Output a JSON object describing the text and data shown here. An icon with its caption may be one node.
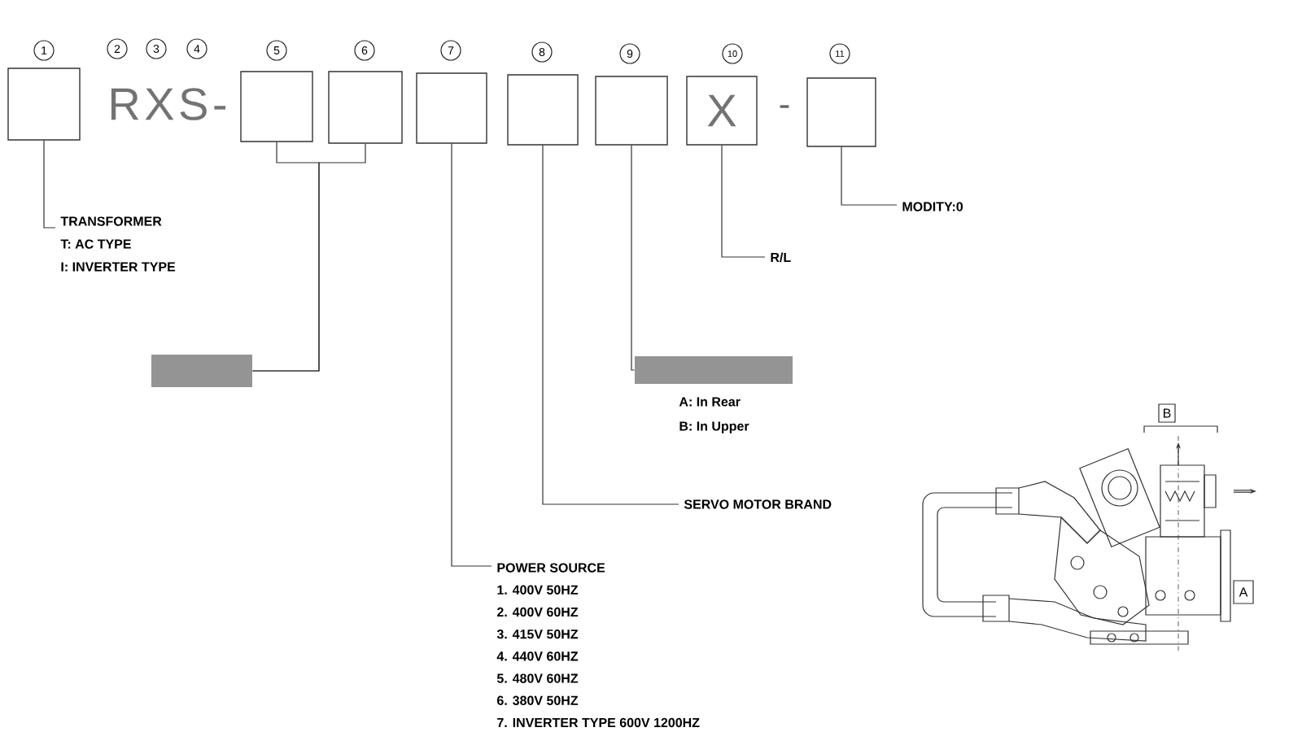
{
  "diagram": {
    "nodes": [
      {
        "text": [],
        "shape": "box",
        "beside": [
          "1"
        ]
      },
      {
        "text": [],
        "shape": "box",
        "beside": [
          "5"
        ]
      },
      {
        "text": [],
        "shape": "box",
        "beside": [
          "6"
        ]
      },
      {
        "text": [],
        "shape": "box",
        "beside": [
          "7"
        ]
      },
      {
        "text": [],
        "shape": "box",
        "beside": [
          "8"
        ]
      },
      {
        "text": [],
        "shape": "box",
        "beside": [
          "9"
        ]
      },
      {
        "text": [
          "X"
        ],
        "beside": [
          "10"
        ]
      },
      {
        "text": [],
        "shape": "box",
        "beside": [
          "11"
        ]
      },
      {
        "text": [
          "TRANSFORMER",
          "T: AC TYPE",
          "I: INVERTER TYPE"
        ]
      },
      {
        "text": [
          "MODITY:0"
        ]
      },
      {
        "text": [
          "R/L"
        ]
      },
      {
        "text": [],
        "shape": "box"
      },
      {
        "text": [],
        "shape": "box",
        "beside": [
          "A: In Rear",
          "B: In Upper"
        ]
      },
      {
        "text": [
          "B"
        ]
      },
      {
        "text": [
          "SERVO MOTOR BRAND"
        ]
      },
      {
        "text": [
          "POWER SOURCE",
          "1. 400V 50HZ",
          "2. 400V 60HZ",
          "3. 415V 50HZ",
          "4. 440V 60HZ",
          "5. 480V 60HZ",
          "6. 380V 50HZ",
          "7. INVERTER TYPE 600V 1200HZ"
        ]
      },
      {
        "text": [
          "A"
        ]
      }
    ],
    "edges": [
      {
        "from": 0,
        "to": 8,
        "arrow": "none"
      },
      {
        "from": 1,
        "to": 11,
        "arrow": "none"
      },
      {
        "from": 2,
        "to": 11,
        "arrow": "none"
      },
      {
        "from": 3,
        "to": 15,
        "arrow": "none"
      },
      {
        "from": 4,
        "to": 14,
        "arrow": "none"
      },
      {
        "from": 5,
        "to": 12,
        "arrow": "none"
      },
      {
        "from": 6,
        "to": 10,
        "arrow": "none"
      },
      {
        "from": 7,
        "to": 9,
        "arrow": "none"
      }
    ],
    "labels": [
      "2",
      "3",
      "4",
      "RXS-",
      "-"
    ]
  }
}
